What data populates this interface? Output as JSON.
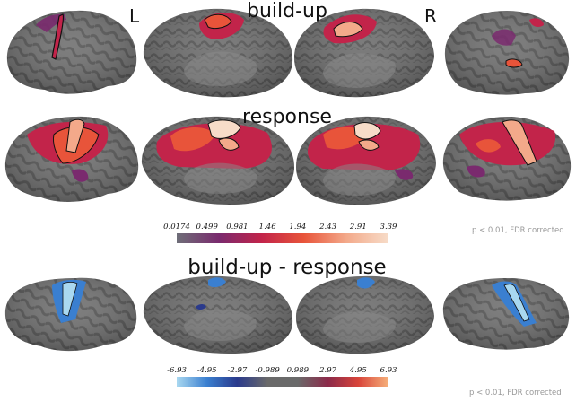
{
  "hemisphere_labels": {
    "left": "L",
    "right": "R"
  },
  "panels": {
    "buildup": {
      "title": "build-up"
    },
    "response": {
      "title": "response"
    },
    "difference": {
      "title": "build-up - response"
    }
  },
  "colorbar_positive": {
    "ticks": [
      "0.0174",
      "0.499",
      "0.981",
      "1.46",
      "1.94",
      "2.43",
      "2.91",
      "3.39"
    ],
    "colors": [
      "#6e6e78",
      "#7a2a6e",
      "#c2244a",
      "#e8543a",
      "#f3a98a",
      "#f7dcc8"
    ],
    "note": "p < 0.01, FDR corrected"
  },
  "colorbar_diverging": {
    "ticks": [
      "-6.93",
      "-4.95",
      "-2.97",
      "-0.989",
      "0.989",
      "2.97",
      "4.95",
      "6.93"
    ],
    "colors": [
      "#a9d8f0",
      "#3a7fd0",
      "#2a3a8c",
      "#6a6a6a",
      "#6a6a6a",
      "#8c2a4a",
      "#d8443a",
      "#f6b07a"
    ],
    "note": "p < 0.01, FDR corrected"
  }
}
